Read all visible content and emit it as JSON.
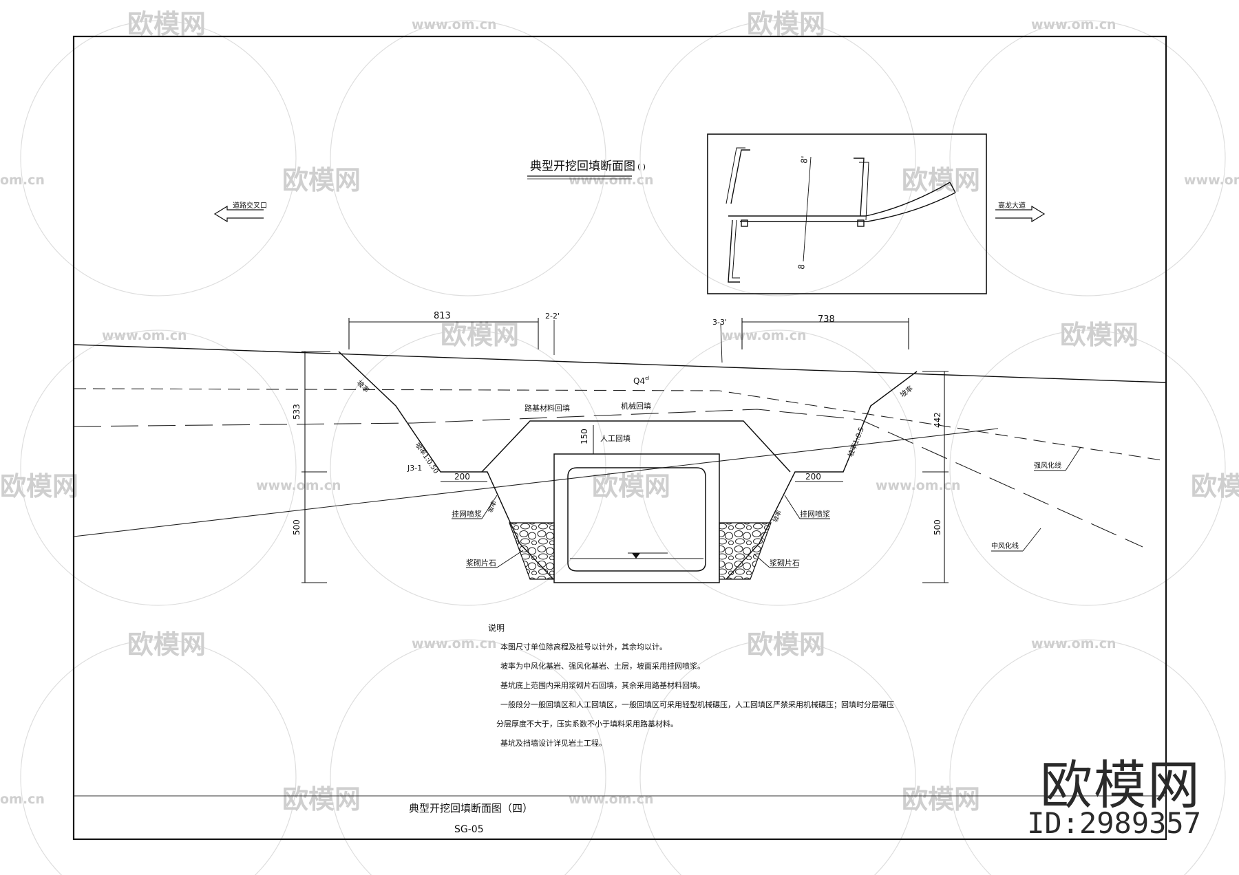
{
  "drawing": {
    "title": "典型开挖回填断面图",
    "title_bracket": "( )",
    "left_direction": "道路交叉口",
    "right_direction": "高龙大道",
    "dimensions": {
      "top_left": "813",
      "top_right": "738",
      "left_upper": "533",
      "left_lower": "500",
      "right_upper": "442",
      "right_lower": "500",
      "berm_left": "200",
      "berm_right": "200",
      "cover": "150"
    },
    "section_marks": {
      "s2": "2-2'",
      "s3": "3-3'"
    },
    "keyplan_marks": {
      "top": "8'",
      "bottom": "8"
    },
    "labels": {
      "q4": "Q4",
      "q4_sup": "el",
      "roadbed_backfill": "路基材料回填",
      "machine_backfill": "机械回填",
      "manual_backfill": "人工回填",
      "slope_left_upper": "坡率",
      "slope_left_lower": "坡率1:0.50",
      "slope_right_upper": "坡率",
      "slope_right_lower": "坡率1:0.5",
      "slope_left_bottom": "坡率",
      "slope_right_bottom": "坡率",
      "j_mark": "J3-1",
      "mesh_spray_left": "挂网喷浆",
      "mesh_spray_right": "挂网喷浆",
      "rubble_left": "浆砌片石",
      "rubble_right": "浆砌片石",
      "strong_weathered": "强风化线",
      "medium_weathered": "中风化线"
    },
    "notes": {
      "heading": "说明",
      "lines": [
        "本图尺寸单位除高程及桩号以计外，其余均以计。",
        "坡率为中风化基岩、强风化基岩、土层，坡面采用挂网喷浆。",
        "基坑底上范围内采用浆砌片石回填，其余采用路基材料回填。",
        "一般段分一般回填区和人工回填区，一般回填区可采用轻型机械碾压，人工回填区严禁采用机械碾压；回填时分层碾压",
        "分层厚度不大于，压实系数不小于填料采用路基材料。",
        "基坑及挡墙设计详见岩土工程。"
      ]
    },
    "title_block": {
      "name": "典型开挖回填断面图（四）",
      "code": "SG-05"
    }
  },
  "watermarks": {
    "brand": "欧模网",
    "url": "www.om.cn",
    "url_partial": "om.cn",
    "id": "ID:2989357"
  },
  "colors": {
    "line": "#222222",
    "watermark": "#c8c8c8"
  }
}
